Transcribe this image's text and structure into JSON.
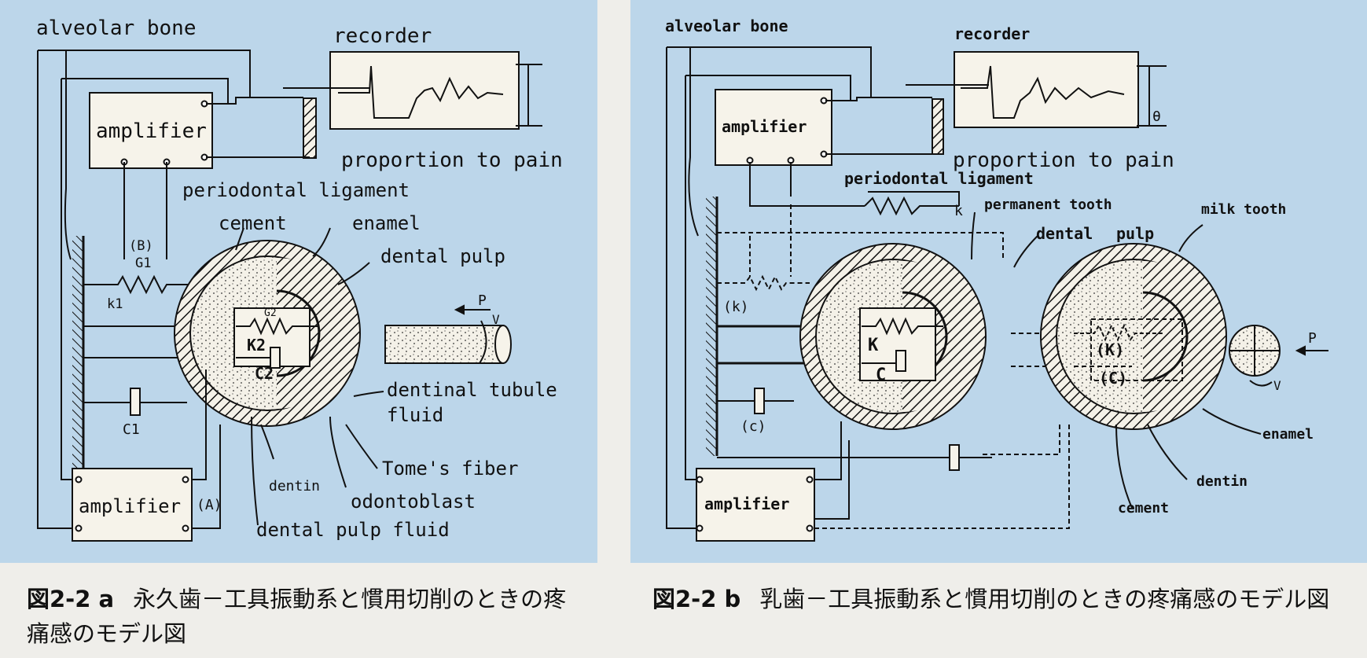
{
  "figure_a": {
    "labels": {
      "alveolar_bone": "alveolar bone",
      "recorder": "recorder",
      "amplifier_top": "amplifier",
      "proportion": "proportion to pain",
      "periodontal_ligament": "periodontal ligament",
      "cement": "cement",
      "enamel": "enamel",
      "dental_pulp": "dental  pulp",
      "b": "(B)",
      "g1": "G1",
      "k1": "k1",
      "g2": "G2",
      "k2": "K2",
      "c2": "C2",
      "p": "P",
      "v": "V",
      "dentinal_tubule": "dentinal tubule",
      "fluid": "fluid",
      "c1": "C1",
      "tomes_fiber": "Tome's fiber",
      "dentin": "dentin",
      "odontoblast": "odontoblast",
      "amplifier_bottom": "amplifier",
      "a": "(A)",
      "dental_pulp_fluid": "dental pulp fluid"
    },
    "caption_number": "図2-2 a",
    "caption_text": "永久歯－工具振動系と慣用切削のときの疼痛感のモデル図"
  },
  "figure_b": {
    "labels": {
      "alveolar_bone": "alveolar bone",
      "recorder": "recorder",
      "amplifier_top": "amplifier",
      "theta": "θ",
      "proportion": "proportion to pain",
      "periodontal_ligament": "periodontal ligament",
      "k": "k",
      "permanent_tooth": "permanent tooth",
      "milk_tooth": "milk tooth",
      "dental": "dental",
      "pulp": "pulp",
      "k_paren": "(k)",
      "big_k": "K",
      "big_c": "C",
      "k_milk": "(K)",
      "c_milk": "(C)",
      "p": "P",
      "v": "V",
      "c_paren": "(c)",
      "enamel": "enamel",
      "dentin": "dentin",
      "cement": "cement",
      "amplifier_bottom": "amplifier"
    },
    "caption_number": "図2-2 b",
    "caption_text": "乳歯－工具振動系と慣用切削のときの疼痛感のモデル図"
  },
  "colors": {
    "panel_bg": "#bcd6ea",
    "page_bg": "#efeeea",
    "box_fill": "#f6f3ea",
    "line": "#111111"
  }
}
